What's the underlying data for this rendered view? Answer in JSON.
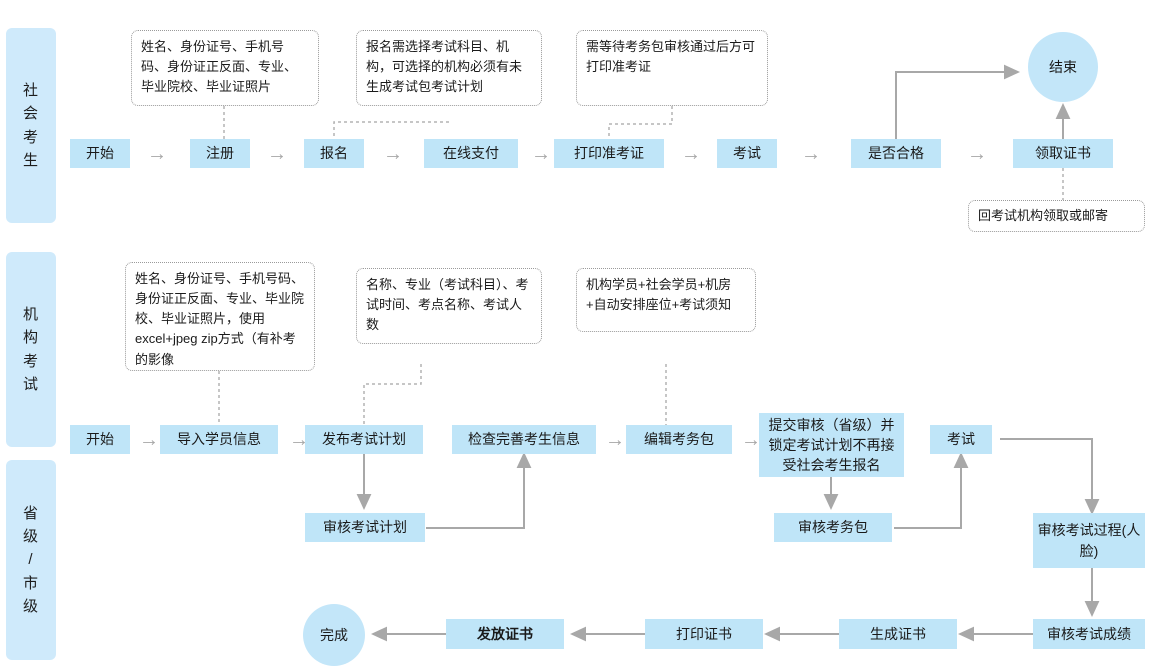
{
  "lanes": [
    {
      "id": "lane-social-candidate",
      "label": "社会考生"
    },
    {
      "id": "lane-institution-exam",
      "label": "机构考试"
    },
    {
      "id": "lane-province-city",
      "label": "省级/市级"
    }
  ],
  "row_social": {
    "nodes": [
      {
        "id": "start",
        "label": "开始"
      },
      {
        "id": "register",
        "label": "注册"
      },
      {
        "id": "signup",
        "label": "报名"
      },
      {
        "id": "online-pay",
        "label": "在线支付"
      },
      {
        "id": "print-admission-ticket",
        "label": "打印准考证"
      },
      {
        "id": "exam",
        "label": "考试"
      },
      {
        "id": "is-qualified",
        "label": "是否合格"
      },
      {
        "id": "collect-certificate",
        "label": "领取证书"
      }
    ],
    "end_circle": "结束"
  },
  "notes_social": [
    {
      "id": "note-register-fields",
      "text": "姓名、身份证号、手机号码、身份证正反面、专业、毕业院校、毕业证照片"
    },
    {
      "id": "note-signup-rule",
      "text": "报名需选择考试科目、机构，可选择的机构必须有未生成考试包考试计划"
    },
    {
      "id": "note-ticket-rule",
      "text": "需等待考务包审核通过后方可打印准考证"
    },
    {
      "id": "note-certificate-pickup",
      "text": "回考试机构领取或邮寄"
    }
  ],
  "row_institution": {
    "nodes": [
      {
        "id": "inst-start",
        "label": "开始"
      },
      {
        "id": "import-student-info",
        "label": "导入学员信息"
      },
      {
        "id": "publish-exam-plan",
        "label": "发布考试计划"
      },
      {
        "id": "check-candidate-info",
        "label": "检查完善考生信息"
      },
      {
        "id": "edit-exam-package",
        "label": "编辑考务包"
      },
      {
        "id": "submit-review-lock",
        "label": "提交审核（省级）并锁定考试计划不再接受社会考生报名"
      },
      {
        "id": "inst-exam",
        "label": "考试"
      }
    ]
  },
  "notes_institution": [
    {
      "id": "note-import-fields",
      "text": "姓名、身份证号、手机号码、身份证正反面、专业、毕业院校、毕业证照片，使用excel+jpeg zip方式（有补考的影像"
    },
    {
      "id": "note-plan-fields",
      "text": "名称、专业（考试科目）、考试时间、考点名称、考试人数"
    },
    {
      "id": "note-package-fields",
      "text": "机构学员+社会学员+机房+自动安排座位+考试须知"
    }
  ],
  "row_province": {
    "nodes": [
      {
        "id": "review-exam-plan",
        "label": "审核考试计划"
      },
      {
        "id": "review-exam-package",
        "label": "审核考务包"
      },
      {
        "id": "review-exam-process",
        "label": "审核考试过程(人脸)"
      },
      {
        "id": "review-exam-score",
        "label": "审核考试成绩"
      },
      {
        "id": "generate-certificate",
        "label": "生成证书"
      },
      {
        "id": "print-certificate",
        "label": "打印证书"
      },
      {
        "id": "issue-certificate",
        "label": "发放证书"
      }
    ],
    "finish_circle": "完成"
  },
  "icons": {
    "arrow_right": "→"
  },
  "colors": {
    "node_fill": "#bfe5f8",
    "lane_fill": "#cfeafb",
    "circle_fill": "#c3e6f9",
    "connector": "#a8a8a8",
    "dashed_connector": "#b4b4b4",
    "note_border": "#9a9a9a",
    "text": "#1a1a1a",
    "background": "#ffffff"
  }
}
